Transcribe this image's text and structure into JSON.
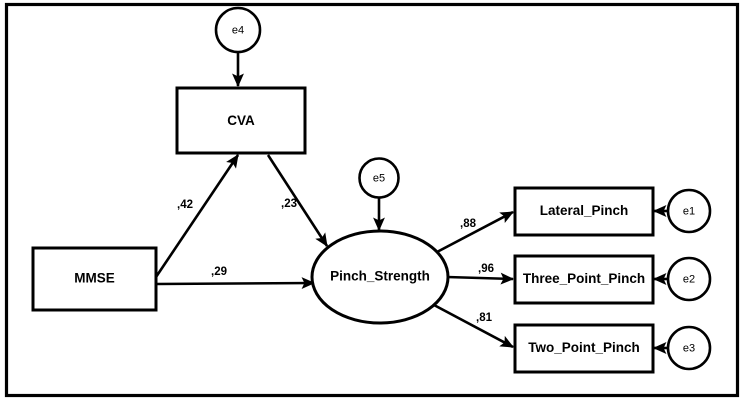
{
  "diagram": {
    "type": "structural-equation-model-path-diagram",
    "frame": {
      "visible": true,
      "color": "#000000"
    },
    "background_color": "#ffffff",
    "decimal_separator": ",",
    "latent_variables": [
      {
        "id": "pinch_strength",
        "label": "Pinch_Strength",
        "shape": "ellipse"
      }
    ],
    "observed_variables": [
      {
        "id": "mmse",
        "label": "MMSE",
        "shape": "rectangle"
      },
      {
        "id": "cva",
        "label": "CVA",
        "shape": "rectangle"
      },
      {
        "id": "lateral_pinch",
        "label": "Lateral_Pinch",
        "shape": "rectangle"
      },
      {
        "id": "three_point_pinch",
        "label": "Three_Point_Pinch",
        "shape": "rectangle"
      },
      {
        "id": "two_point_pinch",
        "label": "Two_Point_Pinch",
        "shape": "rectangle"
      }
    ],
    "error_terms": [
      {
        "id": "e1",
        "label": "e1",
        "shape": "circle",
        "target": "lateral_pinch"
      },
      {
        "id": "e2",
        "label": "e2",
        "shape": "circle",
        "target": "three_point_pinch"
      },
      {
        "id": "e3",
        "label": "e3",
        "shape": "circle",
        "target": "two_point_pinch"
      },
      {
        "id": "e4",
        "label": "e4",
        "shape": "circle",
        "target": "cva"
      },
      {
        "id": "e5",
        "label": "e5",
        "shape": "circle",
        "target": "pinch_strength"
      }
    ],
    "paths": [
      {
        "id": "mmse_to_cva",
        "from": "mmse",
        "to": "cva",
        "coefficient": ",42"
      },
      {
        "id": "cva_to_pinch",
        "from": "cva",
        "to": "pinch_strength",
        "coefficient": ",23"
      },
      {
        "id": "mmse_to_pinch",
        "from": "mmse",
        "to": "pinch_strength",
        "coefficient": ",29"
      },
      {
        "id": "pinch_to_lateral",
        "from": "pinch_strength",
        "to": "lateral_pinch",
        "coefficient": ",88"
      },
      {
        "id": "pinch_to_three_point",
        "from": "pinch_strength",
        "to": "three_point_pinch",
        "coefficient": ",96"
      },
      {
        "id": "pinch_to_two_point",
        "from": "pinch_strength",
        "to": "two_point_pinch",
        "coefficient": ",81"
      }
    ]
  },
  "labels": {
    "mmse": "MMSE",
    "cva": "CVA",
    "pinch_strength": "Pinch_Strength",
    "lateral_pinch": "Lateral_Pinch",
    "three_point_pinch": "Three_Point_Pinch",
    "two_point_pinch": "Two_Point_Pinch",
    "e1": "e1",
    "e2": "e2",
    "e3": "e3",
    "e4": "e4",
    "e5": "e5"
  },
  "coefficients": {
    "mmse_to_cva": ",42",
    "cva_to_pinch": ",23",
    "mmse_to_pinch": ",29",
    "pinch_to_lateral": ",88",
    "pinch_to_three_point": ",96",
    "pinch_to_two_point": ",81"
  }
}
